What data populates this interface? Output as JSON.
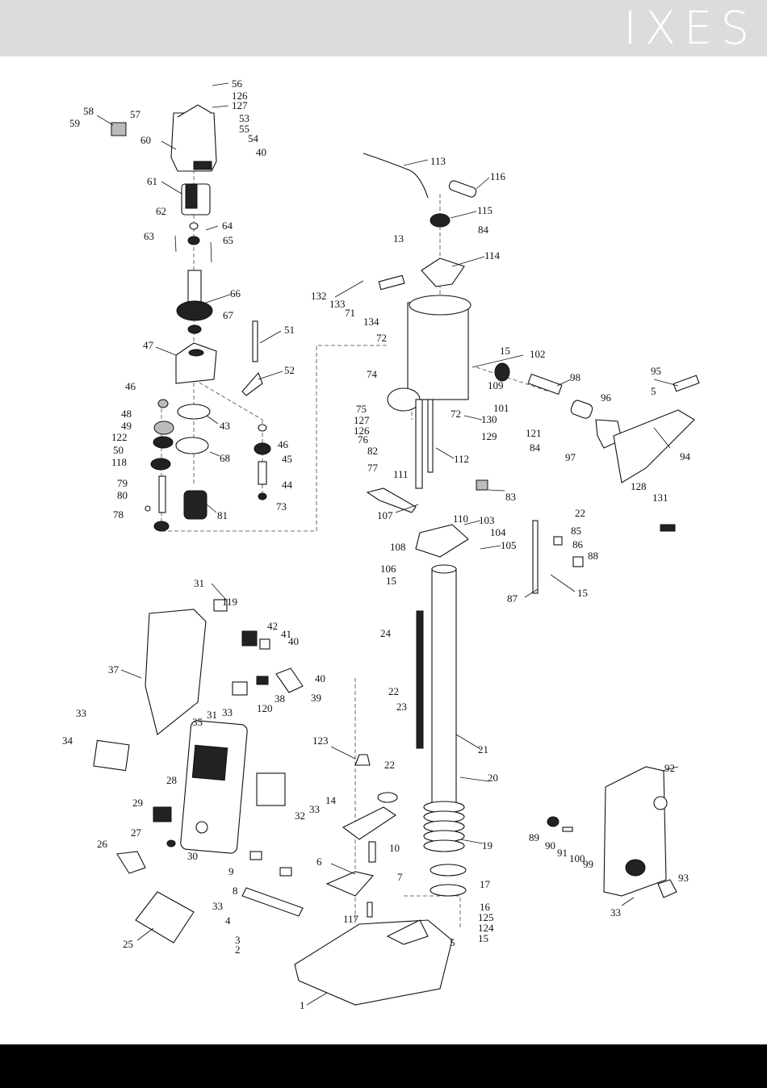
{
  "header": {
    "brand": "IXES",
    "bg_color": "#dcdcdc",
    "logo_color": "#ffffff"
  },
  "footer": {
    "bg_color": "#000000"
  },
  "diagram": {
    "labels": [
      "56",
      "126",
      "127",
      "57",
      "58",
      "59",
      "53",
      "55",
      "54",
      "40",
      "60",
      "61",
      "62",
      "64",
      "63",
      "65",
      "66",
      "67",
      "51",
      "47",
      "52",
      "46",
      "43",
      "48",
      "49",
      "122",
      "50",
      "118",
      "46",
      "45",
      "44",
      "79",
      "80",
      "73",
      "78",
      "68",
      "81",
      "113",
      "116",
      "115",
      "84",
      "13",
      "114",
      "132",
      "133",
      "71",
      "134",
      "72",
      "74",
      "15",
      "102",
      "109",
      "98",
      "95",
      "5",
      "96",
      "101",
      "75",
      "127",
      "126",
      "76",
      "82",
      "77",
      "111",
      "72",
      "130",
      "129",
      "112",
      "97",
      "94",
      "121",
      "84",
      "83",
      "128",
      "131",
      "107",
      "110",
      "103",
      "104",
      "105",
      "108",
      "106",
      "15",
      "22",
      "85",
      "86",
      "88",
      "87",
      "15",
      "31",
      "119",
      "42",
      "41",
      "40",
      "37",
      "40",
      "38",
      "39",
      "120",
      "24",
      "22",
      "23",
      "33",
      "31",
      "35",
      "34",
      "33",
      "28",
      "123",
      "21",
      "22",
      "20",
      "29",
      "14",
      "32",
      "33",
      "27",
      "26",
      "30",
      "10",
      "19",
      "6",
      "7",
      "9",
      "8",
      "4",
      "3",
      "2",
      "33",
      "25",
      "117",
      "17",
      "16",
      "125",
      "124",
      "15",
      "5",
      "1",
      "92",
      "89",
      "90",
      "91",
      "100",
      "99",
      "93",
      "33"
    ]
  }
}
